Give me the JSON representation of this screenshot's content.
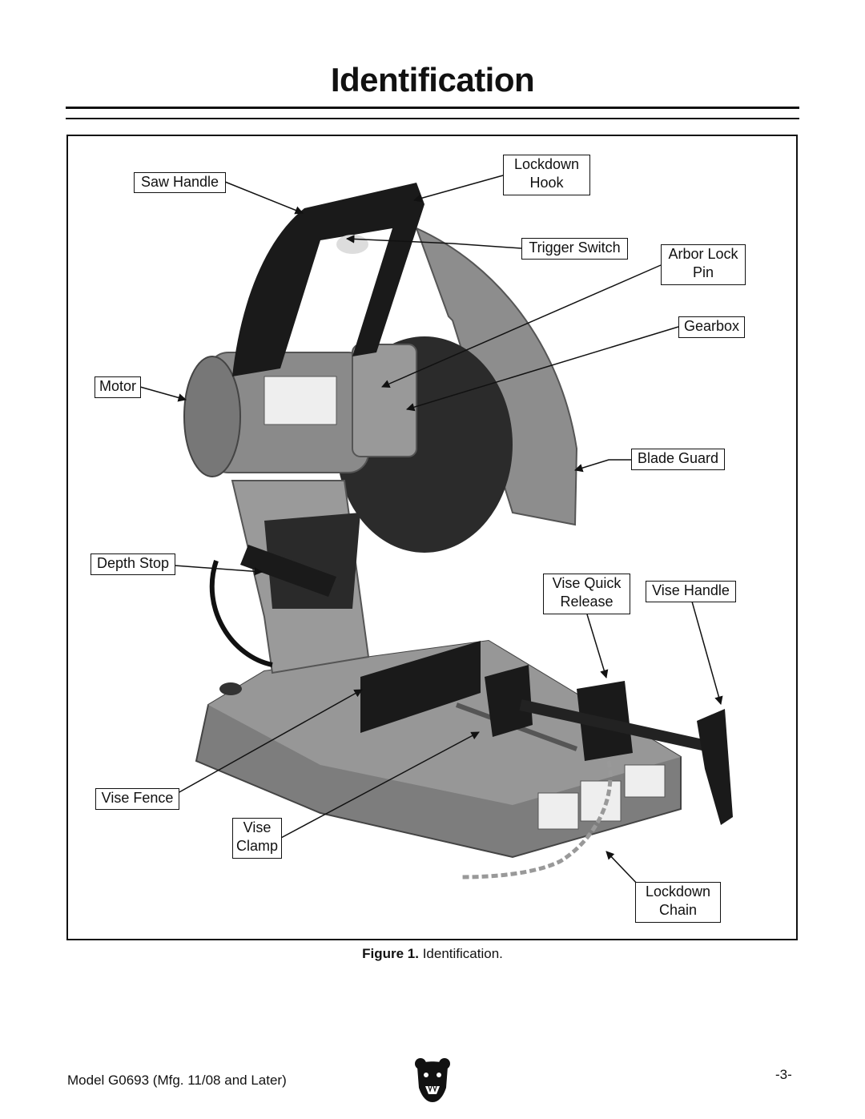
{
  "page": {
    "title": "Identification",
    "caption_prefix": "Figure 1.",
    "caption_text": " Identification.",
    "footer_model": "Model G0693 (Mfg. 11/08 and Later)",
    "page_number": "-3-"
  },
  "labels": {
    "lockdown_hook": [
      "Lockdown",
      "Hook"
    ],
    "saw_handle": "Saw Handle",
    "trigger_switch": "Trigger Switch",
    "arbor_lock_pin": [
      "Arbor Lock",
      "Pin"
    ],
    "gearbox": "Gearbox",
    "motor": "Motor",
    "blade_guard": "Blade Guard",
    "depth_stop": "Depth Stop",
    "vise_quick_release": [
      "Vise Quick",
      "Release"
    ],
    "vise_handle": "Vise Handle",
    "vise_fence": "Vise Fence",
    "vise_clamp": [
      "Vise",
      "Clamp"
    ],
    "lockdown_chain": [
      "Lockdown",
      "Chain"
    ]
  },
  "colors": {
    "text": "#111111",
    "machine_gray": "#8a8a8a",
    "blade_dark": "#2b2b2b",
    "handle_black": "#1a1a1a"
  },
  "icons": {
    "logo": "bear-head-logo"
  }
}
